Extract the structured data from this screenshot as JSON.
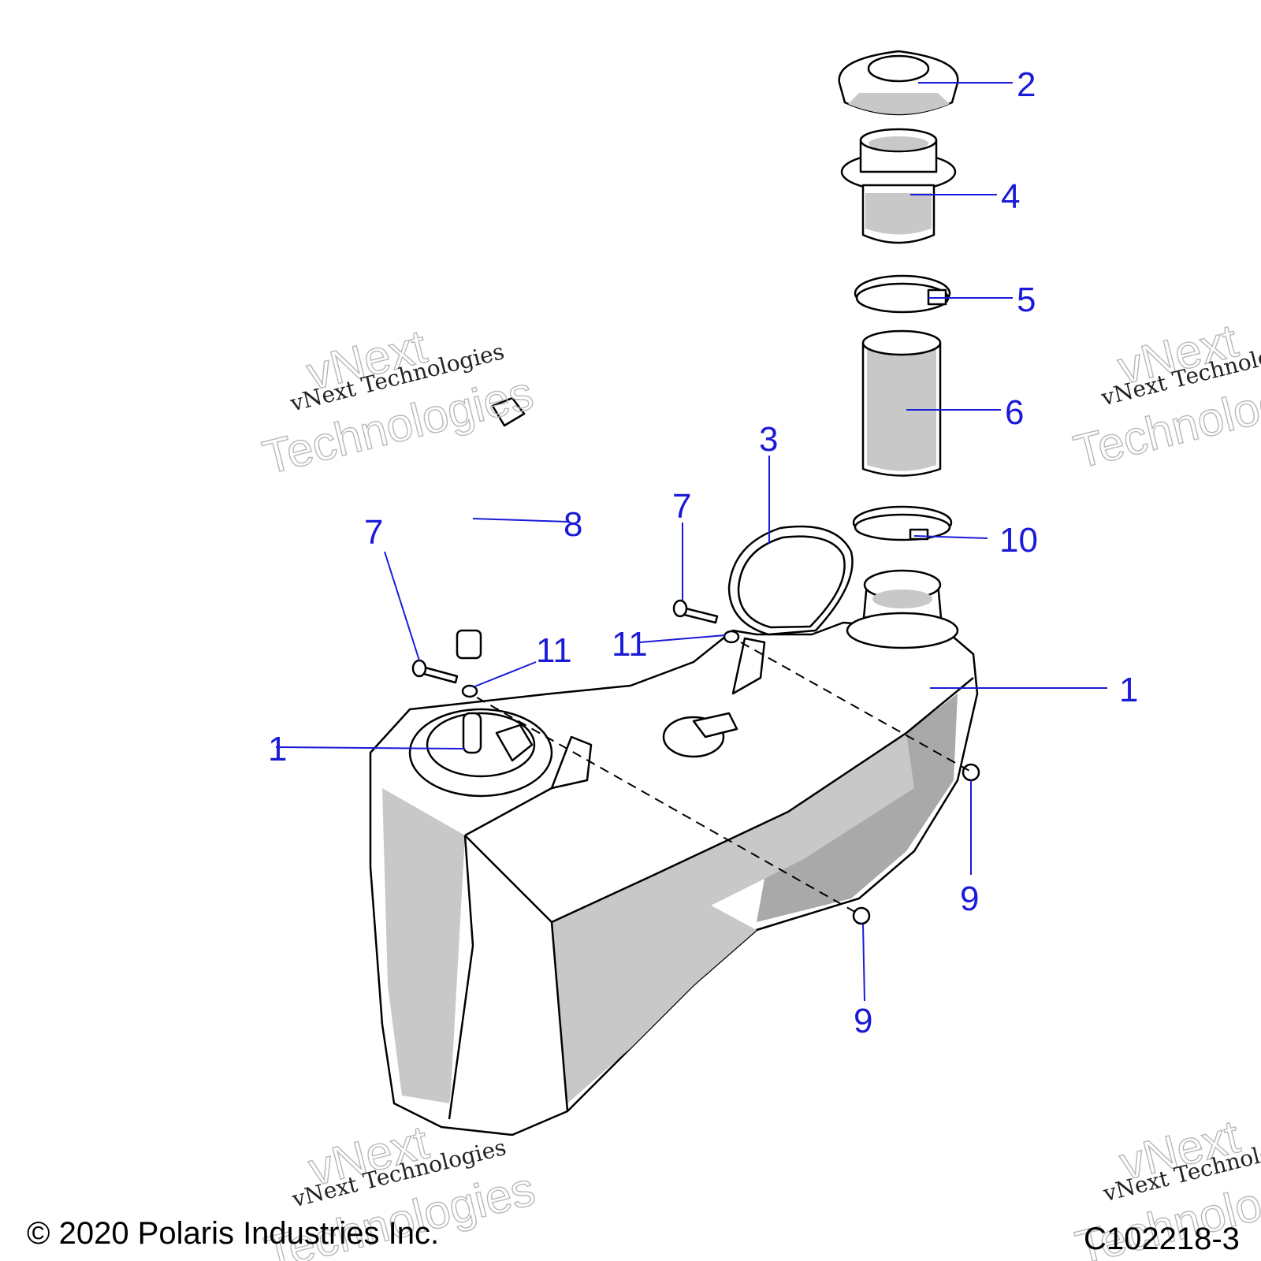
{
  "callouts": [
    "2",
    "4",
    "5",
    "6",
    "3",
    "10",
    "7",
    "8",
    "7",
    "11",
    "11",
    "1",
    "1",
    "9",
    "9"
  ],
  "watermark": {
    "brand": "vNext",
    "word": "Technologies",
    "line": "vNext Technologies"
  },
  "copyright": "© 2020 Polaris Industries Inc.",
  "figure_code": "C102218-3",
  "colors": {
    "callout": "#1a1ad8",
    "line": "#000000",
    "shade": "#c8c8c8"
  }
}
